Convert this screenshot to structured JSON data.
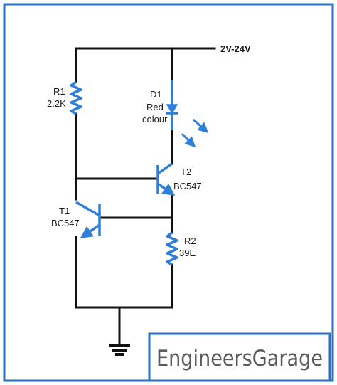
{
  "colors": {
    "border": "#2a6fc0",
    "wire": "#111111",
    "component": "#2f7fd8",
    "logo_box": "#2a6fc0",
    "logo_text": "#5a5a5a"
  },
  "supply": {
    "label": "2V-24V"
  },
  "components": {
    "r1": {
      "ref": "R1",
      "value": "2.2K"
    },
    "d1": {
      "ref": "D1",
      "line1": "Red",
      "line2": "colour"
    },
    "t2": {
      "ref": "T2",
      "part": "BC547"
    },
    "t1": {
      "ref": "T1",
      "part": "BC547"
    },
    "r2": {
      "ref": "R2",
      "value": "39E"
    }
  },
  "logo": {
    "text": "EngineersGarage"
  },
  "icons": {
    "ground": "ground-symbol-icon",
    "light": "light-emission-arrows-icon"
  }
}
